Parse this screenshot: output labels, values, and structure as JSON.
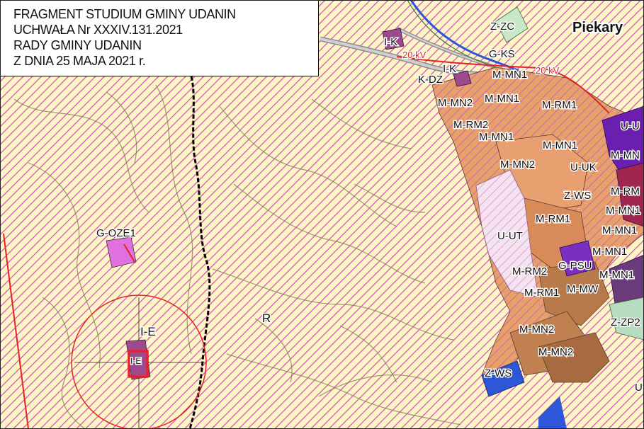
{
  "title": {
    "lines": [
      "FRAGMENT STUDIUM GMINY UDANIN",
      "UCHWAŁA Nr XXXIV.131.2021",
      "RADY GMINY UDANIN",
      "Z DNIA  25 MAJA 2021 r."
    ]
  },
  "place_name": "Piekary",
  "voltage_labels": [
    "20 kV",
    "20 kV"
  ],
  "zone_labels": {
    "r": "R",
    "g_oze1": "G-OZE1",
    "i_e_big": "I-E",
    "i_e_small": "I-E",
    "i_k_1": "I-K",
    "i_k_2": "I-K",
    "z_zc": "Z-ZC",
    "g_ks": "G-KS",
    "k_dz": "K-DZ",
    "m_mn1_a": "M-MN1",
    "m_mn1_b": "M-MN1",
    "m_mn1_c": "M-MN1",
    "m_mn1_d": "M-MN1",
    "m_mn1_e": "M-MN1",
    "m_mn1_f": "M-MN1",
    "m_mn1_g": "M-MN1",
    "m_mn1_h": "M-MN1",
    "m_mn_i": "M-MN",
    "m_mn2_a": "M-MN2",
    "m_mn2_b": "M-MN2",
    "m_mn2_c": "M-MN2",
    "m_mn2_d": "M-MN2",
    "m_rm1_a": "M-RM1",
    "m_rm1_b": "M-RM1",
    "m_rm1_c": "M-RM1",
    "m_rm2_a": "M-RM2",
    "m_rm2_b": "M-RM2",
    "m_rm_c": "M-RM",
    "m_mw": "M-MW",
    "u_u": "U-U",
    "u_uk": "U-UK",
    "u_ut": "U-UT",
    "z_ws_a": "Z-WS",
    "z_ws_b": "Z-WS",
    "g_psu": "G-PSU",
    "z_zp2": "Z-ZP2",
    "u_edge": "U"
  },
  "colors": {
    "agricultural_base": "#fbf6c2",
    "hatch": "#d945c8",
    "settlement": "#e7a06a",
    "settlement_dark": "#b87a4a",
    "infrastructure": "#9b4a8e",
    "water": "#2e56d8",
    "road": "#b0b0b0",
    "power_line": "#e8202a",
    "contour": "#7c7a52"
  }
}
